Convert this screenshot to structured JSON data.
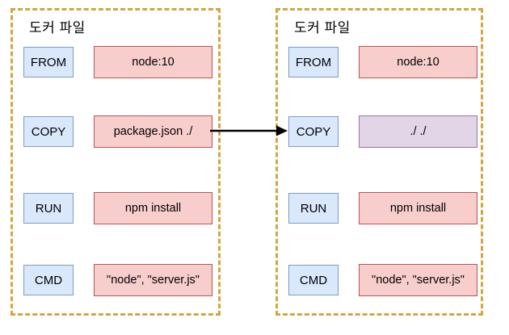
{
  "colors": {
    "panel_border": "#d2a73f",
    "label_fill": "#dae8fc",
    "label_border": "#7b9cc9",
    "value_fill": "#f8cecc",
    "value_border": "#b85450",
    "highlight_fill": "#e1d5e7",
    "highlight_border": "#9673a6",
    "arrow": "#000000"
  },
  "panels": [
    {
      "title": "도커 파일",
      "rows": [
        {
          "label": "FROM",
          "value": "node:10"
        },
        {
          "label": "COPY",
          "value": "package.json ./"
        },
        {
          "label": "RUN",
          "value": "npm install"
        },
        {
          "label": "CMD",
          "value": "\"node\", \"server.js\""
        }
      ]
    },
    {
      "title": "도커 파일",
      "rows": [
        {
          "label": "FROM",
          "value": "node:10"
        },
        {
          "label": "COPY",
          "value": "./ ./"
        },
        {
          "label": "RUN",
          "value": "npm install"
        },
        {
          "label": "CMD",
          "value": "\"node\", \"server.js\""
        }
      ]
    }
  ]
}
